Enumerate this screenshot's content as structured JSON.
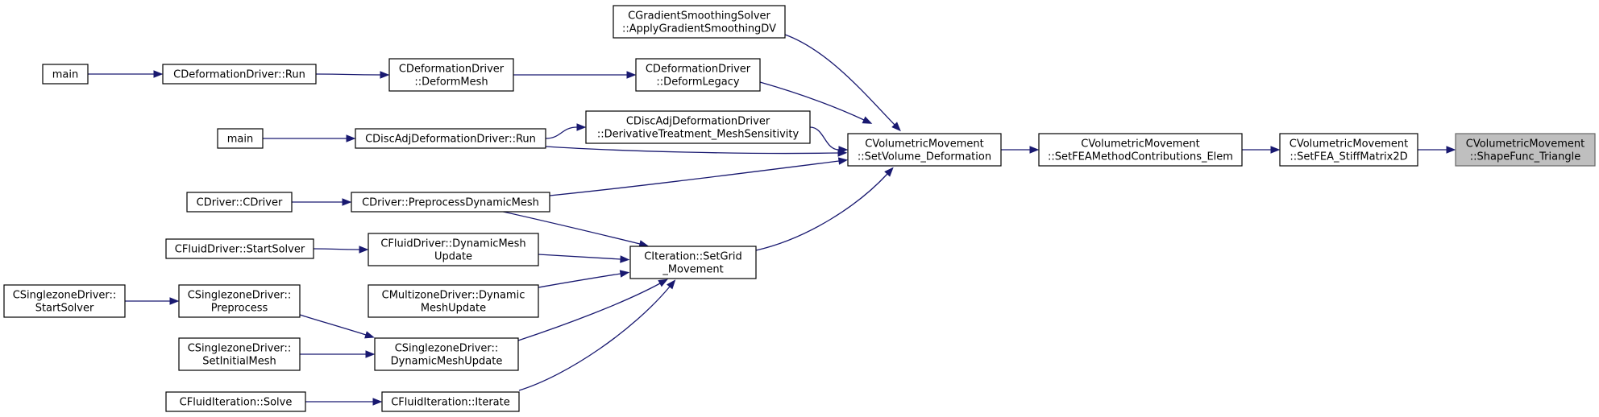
{
  "colors": {
    "edge": "#191970",
    "node_border": "#000000",
    "highlight_fill": "#bfbfbf",
    "background": "#ffffff"
  },
  "nodes": {
    "main1": {
      "lines": [
        "main"
      ]
    },
    "defRun": {
      "lines": [
        "CDeformationDriver::Run"
      ]
    },
    "defMesh": {
      "lines": [
        "CDeformationDriver",
        "::DeformMesh"
      ]
    },
    "defLegacy": {
      "lines": [
        "CDeformationDriver",
        "::DeformLegacy"
      ]
    },
    "gradSmooth": {
      "lines": [
        "CGradientSmoothingSolver",
        "::ApplyGradientSmoothingDV"
      ]
    },
    "main2": {
      "lines": [
        "main"
      ]
    },
    "discAdjRun": {
      "lines": [
        "CDiscAdjDeformationDriver::Run"
      ]
    },
    "discAdjDeriv": {
      "lines": [
        "CDiscAdjDeformationDriver",
        "::DerivativeTreatment_MeshSensitivity"
      ]
    },
    "setVolDef": {
      "lines": [
        "CVolumetricMovement",
        "::SetVolume_Deformation"
      ]
    },
    "setFEAElem": {
      "lines": [
        "CVolumetricMovement",
        "::SetFEAMethodContributions_Elem"
      ]
    },
    "stiff2D": {
      "lines": [
        "CVolumetricMovement",
        "::SetFEA_StiffMatrix2D"
      ]
    },
    "shapeTri": {
      "lines": [
        "CVolumetricMovement",
        "::ShapeFunc_Triangle"
      ]
    },
    "cdriverCtor": {
      "lines": [
        "CDriver::CDriver"
      ]
    },
    "preprocDyn": {
      "lines": [
        "CDriver::PreprocessDynamicMesh"
      ]
    },
    "fluidStart": {
      "lines": [
        "CFluidDriver::StartSolver"
      ]
    },
    "fluidDyn": {
      "lines": [
        "CFluidDriver::DynamicMesh",
        "Update"
      ]
    },
    "setGrid": {
      "lines": [
        "CIteration::SetGrid",
        "_Movement"
      ]
    },
    "multiDyn": {
      "lines": [
        "CMultizoneDriver::Dynamic",
        "MeshUpdate"
      ]
    },
    "singleStart": {
      "lines": [
        "CSinglezoneDriver::",
        "StartSolver"
      ]
    },
    "singlePre": {
      "lines": [
        "CSinglezoneDriver::",
        "Preprocess"
      ]
    },
    "singleInit": {
      "lines": [
        "CSinglezoneDriver::",
        "SetInitialMesh"
      ]
    },
    "singleDyn": {
      "lines": [
        "CSinglezoneDriver::",
        "DynamicMeshUpdate"
      ]
    },
    "fluidSolve": {
      "lines": [
        "CFluidIteration::Solve"
      ]
    },
    "fluidIter": {
      "lines": [
        "CFluidIteration::Iterate"
      ]
    }
  }
}
